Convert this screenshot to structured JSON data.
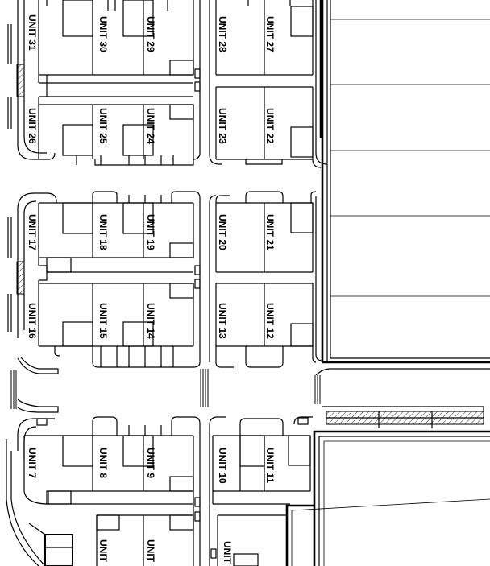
{
  "units": [
    {
      "id": "unit-31",
      "label": "UNIT 31"
    },
    {
      "id": "unit-30",
      "label": "UNIT 30"
    },
    {
      "id": "unit-29",
      "label": "UNIT 29"
    },
    {
      "id": "unit-28",
      "label": "UNIT 28"
    },
    {
      "id": "unit-27",
      "label": "UNIT 27"
    },
    {
      "id": "unit-26",
      "label": "UNIT 26"
    },
    {
      "id": "unit-25",
      "label": "UNIT 25"
    },
    {
      "id": "unit-24",
      "label": "UNIT 24"
    },
    {
      "id": "unit-23",
      "label": "UNIT 23"
    },
    {
      "id": "unit-22",
      "label": "UNIT 22"
    },
    {
      "id": "unit-17",
      "label": "UNIT 17"
    },
    {
      "id": "unit-18",
      "label": "UNIT 18"
    },
    {
      "id": "unit-19",
      "label": "UNIT 19"
    },
    {
      "id": "unit-20",
      "label": "UNIT 20"
    },
    {
      "id": "unit-21",
      "label": "UNIT 21"
    },
    {
      "id": "unit-16",
      "label": "UNIT 16"
    },
    {
      "id": "unit-15",
      "label": "UNIT 15"
    },
    {
      "id": "unit-14",
      "label": "UNIT 14"
    },
    {
      "id": "unit-13",
      "label": "UNIT 13"
    },
    {
      "id": "unit-12",
      "label": "UNIT 12"
    },
    {
      "id": "unit-7",
      "label": "UNIT 7"
    },
    {
      "id": "unit-8",
      "label": "UNIT 8"
    },
    {
      "id": "unit-9",
      "label": "UNIT 9"
    },
    {
      "id": "unit-10",
      "label": "UNIT 10"
    },
    {
      "id": "unit-11",
      "label": "UNIT 11"
    },
    {
      "id": "unit-lower-a",
      "label": "UNIT"
    },
    {
      "id": "unit-lower-b",
      "label": "UNIT"
    },
    {
      "id": "unit-lower-c",
      "label": "UNIT"
    }
  ],
  "colors": {
    "line": "#000000",
    "background": "#ffffff"
  }
}
